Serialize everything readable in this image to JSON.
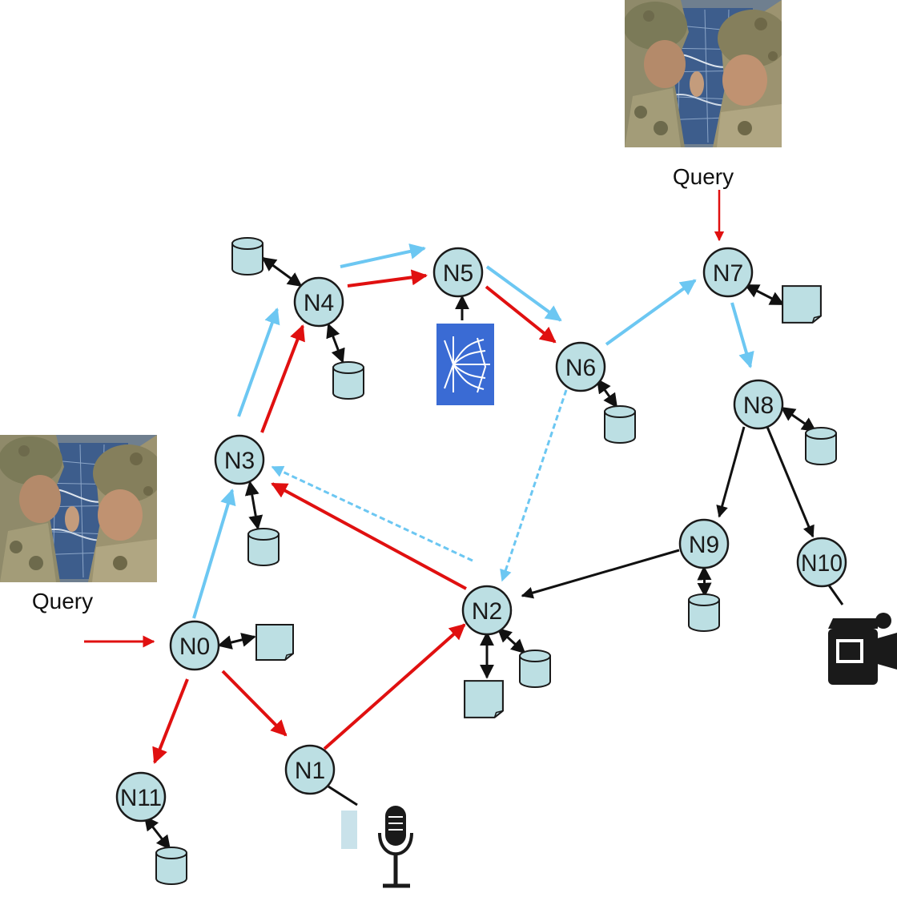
{
  "colors": {
    "node_fill": "#bcdfe3",
    "outline": "#1a1a1a",
    "red_edge": "#e01010",
    "blue_edge": "#6cc7f2",
    "black_edge": "#111111",
    "antenna_bg": "#3a6bd4",
    "mic_stand": "#c9e2ea"
  },
  "query_labels": {
    "left": "Query",
    "top": "Query"
  },
  "images": {
    "left": "soldiers-photo",
    "top": "soldiers-photo"
  },
  "nodes": [
    {
      "id": "N0",
      "label": "N0"
    },
    {
      "id": "N1",
      "label": "N1"
    },
    {
      "id": "N2",
      "label": "N2"
    },
    {
      "id": "N3",
      "label": "N3"
    },
    {
      "id": "N4",
      "label": "N4"
    },
    {
      "id": "N5",
      "label": "N5"
    },
    {
      "id": "N6",
      "label": "N6"
    },
    {
      "id": "N7",
      "label": "N7"
    },
    {
      "id": "N8",
      "label": "N8"
    },
    {
      "id": "N9",
      "label": "N9"
    },
    {
      "id": "N10",
      "label": "N10"
    },
    {
      "id": "N11",
      "label": "N11"
    }
  ],
  "edges": [
    {
      "from": "N0",
      "to": "N3",
      "kind": "blue"
    },
    {
      "from": "N3",
      "to": "N4",
      "kind": "blue"
    },
    {
      "from": "N4",
      "to": "N5",
      "kind": "blue"
    },
    {
      "from": "N5",
      "to": "N6",
      "kind": "blue"
    },
    {
      "from": "N6",
      "to": "N7",
      "kind": "blue"
    },
    {
      "from": "N7",
      "to": "N8",
      "kind": "blue"
    },
    {
      "from": "N6",
      "to": "N2",
      "kind": "blue-dashed"
    },
    {
      "from": "N2",
      "to": "N3",
      "kind": "blue-dashed"
    },
    {
      "from": "N0",
      "to": "N11",
      "kind": "red"
    },
    {
      "from": "N0",
      "to": "N1",
      "kind": "red"
    },
    {
      "from": "N1",
      "to": "N2",
      "kind": "red"
    },
    {
      "from": "N2",
      "to": "N3",
      "kind": "red"
    },
    {
      "from": "N3",
      "to": "N4",
      "kind": "red"
    },
    {
      "from": "N4",
      "to": "N5",
      "kind": "red"
    },
    {
      "from": "N5",
      "to": "N6",
      "kind": "red"
    },
    {
      "from": "N8",
      "to": "N9",
      "kind": "black"
    },
    {
      "from": "N8",
      "to": "N10",
      "kind": "black"
    },
    {
      "from": "N9",
      "to": "N2",
      "kind": "black"
    }
  ],
  "storage": [
    {
      "node": "N4",
      "type": "cylinder"
    },
    {
      "node": "N4",
      "type": "cylinder"
    },
    {
      "node": "N3",
      "type": "cylinder"
    },
    {
      "node": "N6",
      "type": "cylinder"
    },
    {
      "node": "N8",
      "type": "cylinder"
    },
    {
      "node": "N9",
      "type": "cylinder"
    },
    {
      "node": "N11",
      "type": "cylinder"
    },
    {
      "node": "N2",
      "type": "cylinder"
    },
    {
      "node": "N2",
      "type": "document"
    },
    {
      "node": "N0",
      "type": "document"
    },
    {
      "node": "N7",
      "type": "document"
    }
  ],
  "sensors": [
    {
      "node": "N5",
      "type": "antenna-icon"
    },
    {
      "node": "N1",
      "type": "microphone-icon"
    },
    {
      "node": "N10",
      "type": "video-camera-icon"
    }
  ]
}
